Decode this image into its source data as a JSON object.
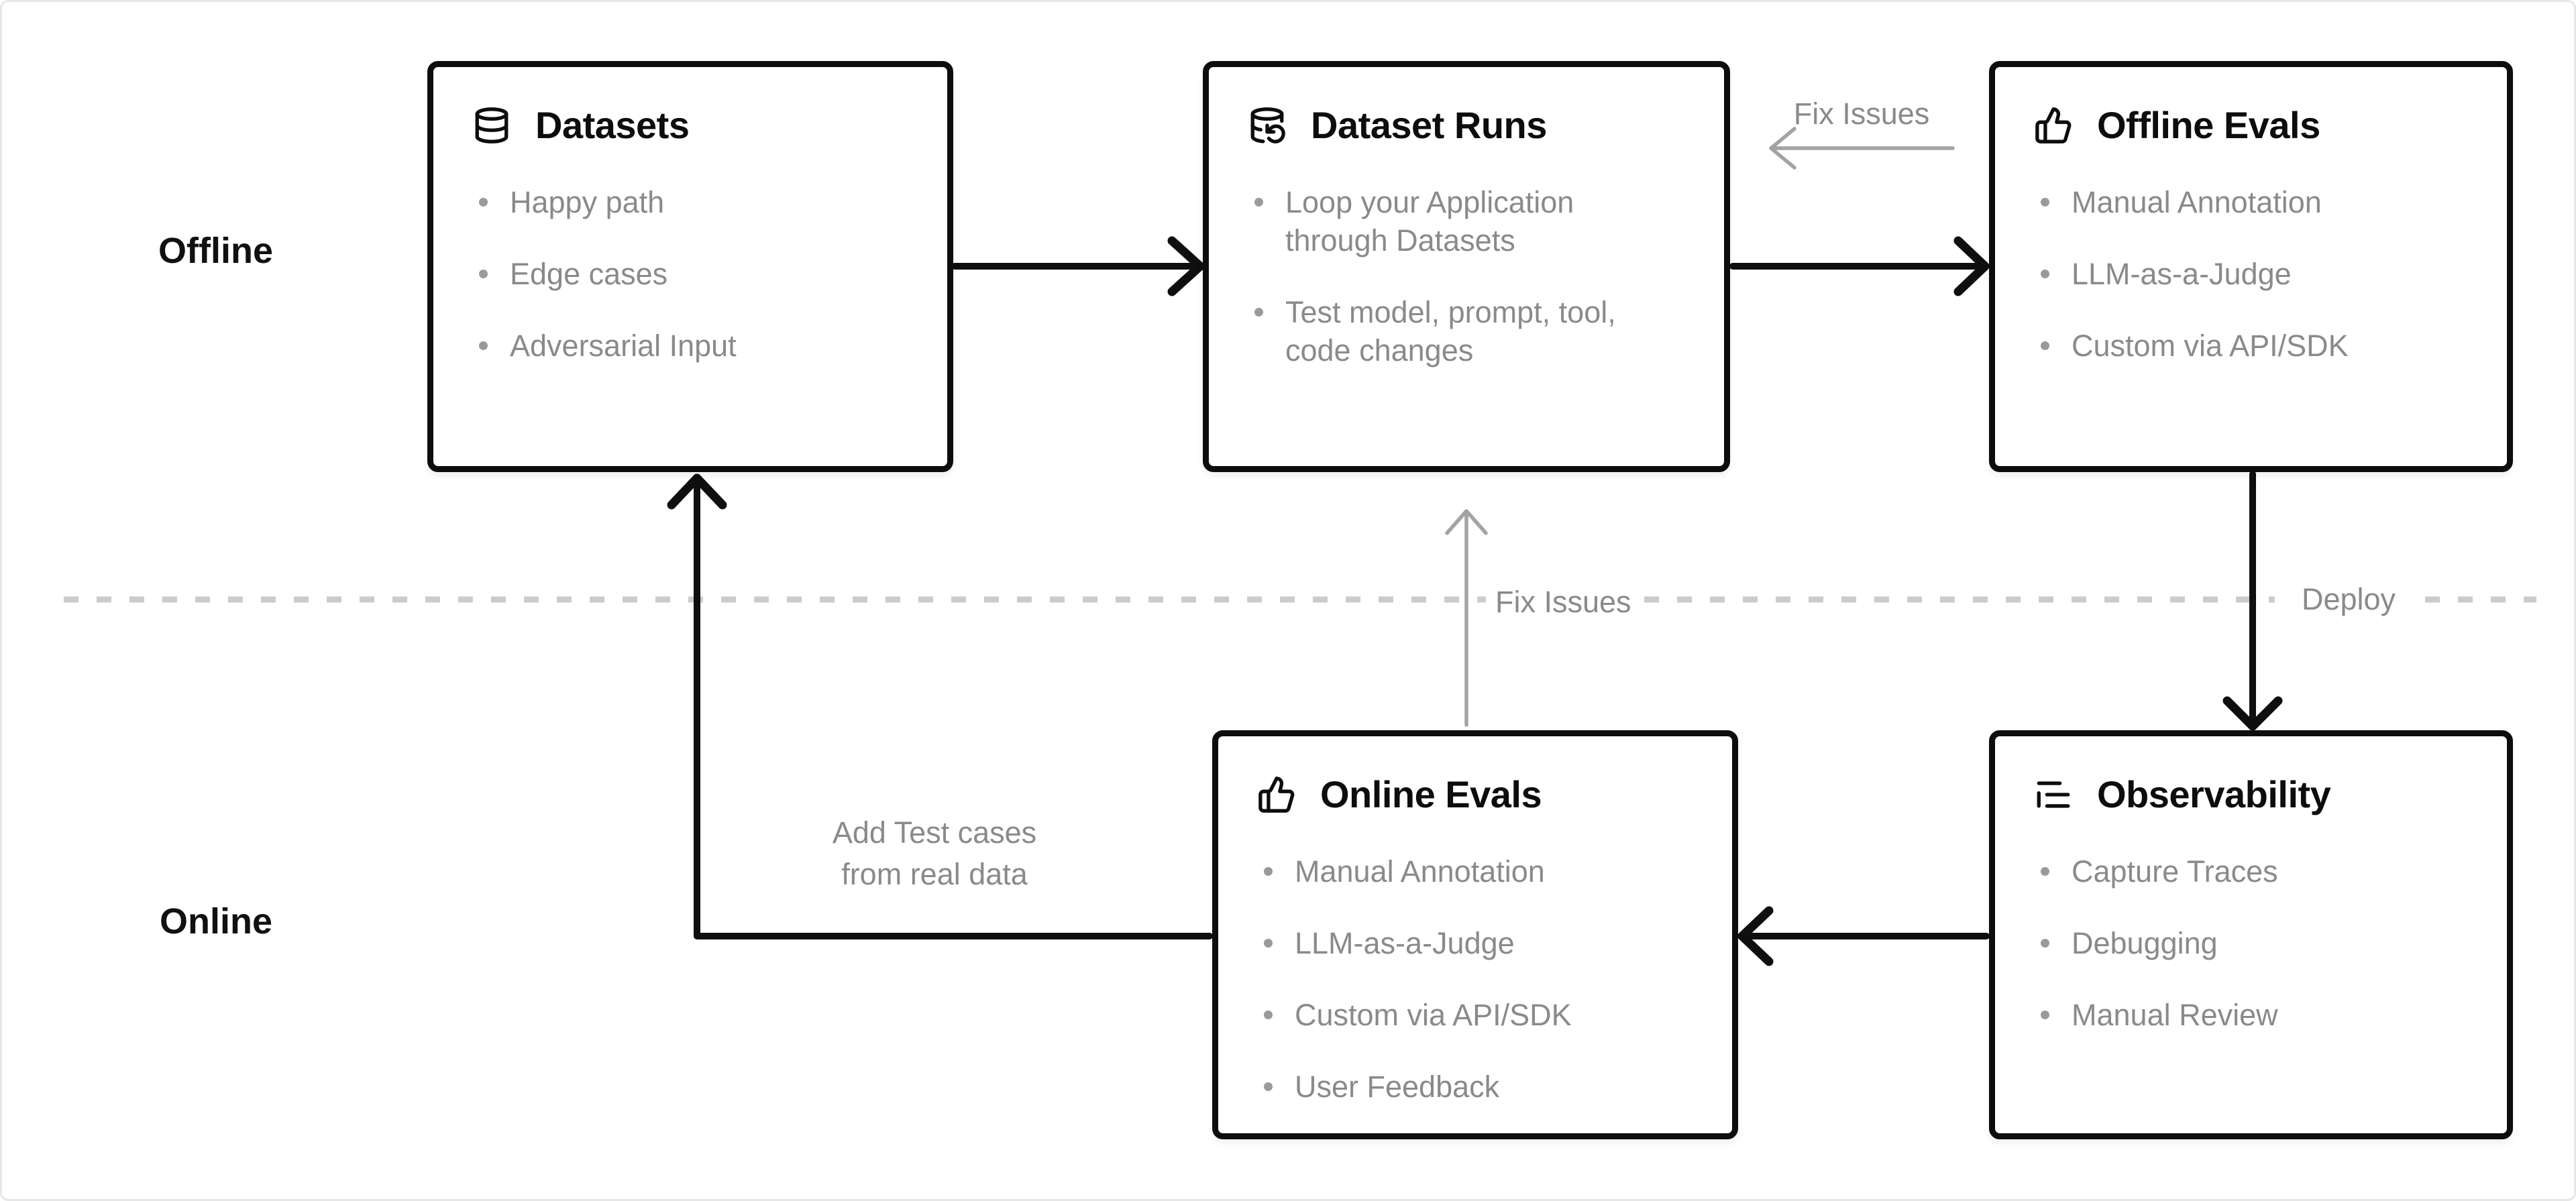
{
  "lanes": {
    "offline_label": "Offline",
    "online_label": "Online"
  },
  "boxes": {
    "datasets": {
      "title": "Datasets",
      "icon": "database-icon",
      "items": [
        "Happy path",
        "Edge cases",
        "Adversarial Input"
      ]
    },
    "dataset_runs": {
      "title": "Dataset Runs",
      "icon": "database-refresh-icon",
      "items": [
        "Loop your Application through Datasets",
        "Test model, prompt, tool, code changes"
      ]
    },
    "offline_evals": {
      "title": "Offline Evals",
      "icon": "thumbs-up-icon",
      "items": [
        "Manual Annotation",
        "LLM-as-a-Judge",
        "Custom via API/SDK"
      ]
    },
    "online_evals": {
      "title": "Online Evals",
      "icon": "thumbs-up-icon",
      "items": [
        "Manual Annotation",
        "LLM-as-a-Judge",
        "Custom via API/SDK",
        "User Feedback"
      ]
    },
    "observability": {
      "title": "Observability",
      "icon": "logs-icon",
      "items": [
        "Capture Traces",
        "Debugging",
        "Manual Review"
      ]
    }
  },
  "edges": {
    "fix_issues_top": "Fix Issues",
    "fix_issues_middle": "Fix Issues",
    "deploy": "Deploy",
    "add_test_cases": "Add Test cases\nfrom real data"
  },
  "colors": {
    "box_border": "#0d0d0d",
    "title_text": "#0d0d0d",
    "bullet_text": "#8a8a8a",
    "black_arrow": "#0f0f0f",
    "muted_arrow": "#a3a3a3",
    "dashed_line": "#cbcbcb",
    "background": "#ffffff"
  }
}
